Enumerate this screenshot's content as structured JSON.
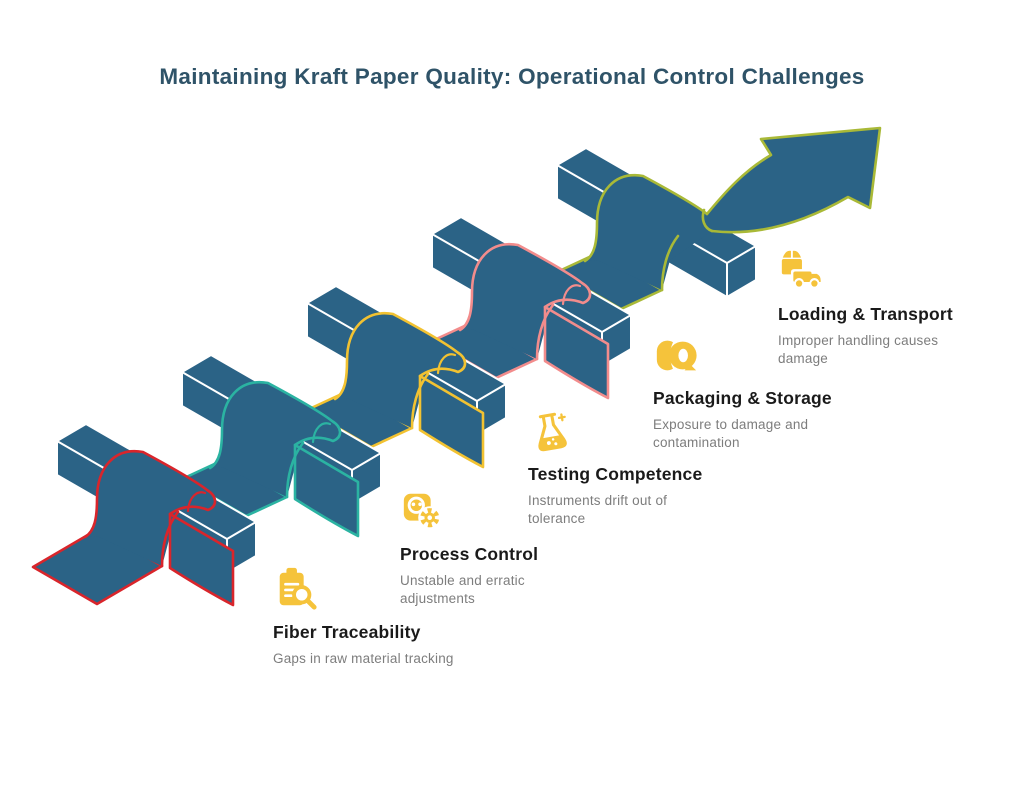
{
  "title": {
    "text": "Maintaining Kraft Paper Quality: Operational Control Challenges",
    "color": "#2F5368"
  },
  "colors": {
    "background": "#FFFFFF",
    "ribbon": "#2B6386",
    "bar_edge": "#FFFFFF",
    "icon": "#F5C33B",
    "heading": "#1A1A1A",
    "body_text": "#7D7D7D"
  },
  "steps": [
    {
      "label": "Fiber Traceability",
      "description": "Gaps in raw material tracking",
      "icon": "clipboard-search-icon",
      "color": "#D9252B"
    },
    {
      "label": "Process Control",
      "description": "Unstable and erratic adjustments",
      "icon": "machine-gear-icon",
      "color": "#2BB3A2"
    },
    {
      "label": "Testing Competence",
      "description": "Instruments drift out of tolerance",
      "icon": "lab-flask-icon",
      "color": "#F2C231"
    },
    {
      "label": "Packaging & Storage",
      "description": "Exposure to damage and contamination",
      "icon": "paper-roll-icon",
      "color": "#F28C8C"
    },
    {
      "label": "Loading & Transport",
      "description": "Improper handling causes damage",
      "icon": "box-truck-icon",
      "color": "#A9B937"
    }
  ]
}
